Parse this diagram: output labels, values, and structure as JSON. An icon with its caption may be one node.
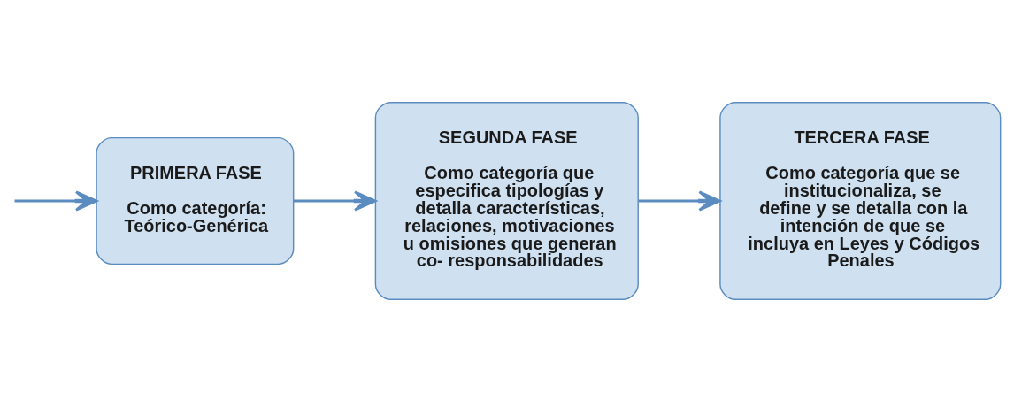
{
  "diagram": {
    "nodes": [
      {
        "text": [
          "PRIMERA FASE",
          "Como categoría: Teórico-Genérica"
        ]
      },
      {
        "text": [
          "SEGUNDA FASE",
          "Como categoría que especifica tipologías y detalla características, relaciones, motivaciones u omisiones que generan co- responsabilidades"
        ]
      },
      {
        "text": [
          "TERCERA FASE",
          "Como categoría que se institucionaliza, se define y se detalla con la intención de que se incluya en Leyes y Códigos Penales"
        ]
      }
    ],
    "edges": [
      {
        "from": null,
        "to": 0,
        "arrow": "to"
      },
      {
        "from": 0,
        "to": 1,
        "arrow": "to"
      },
      {
        "from": 1,
        "to": 2,
        "arrow": "to"
      }
    ]
  }
}
